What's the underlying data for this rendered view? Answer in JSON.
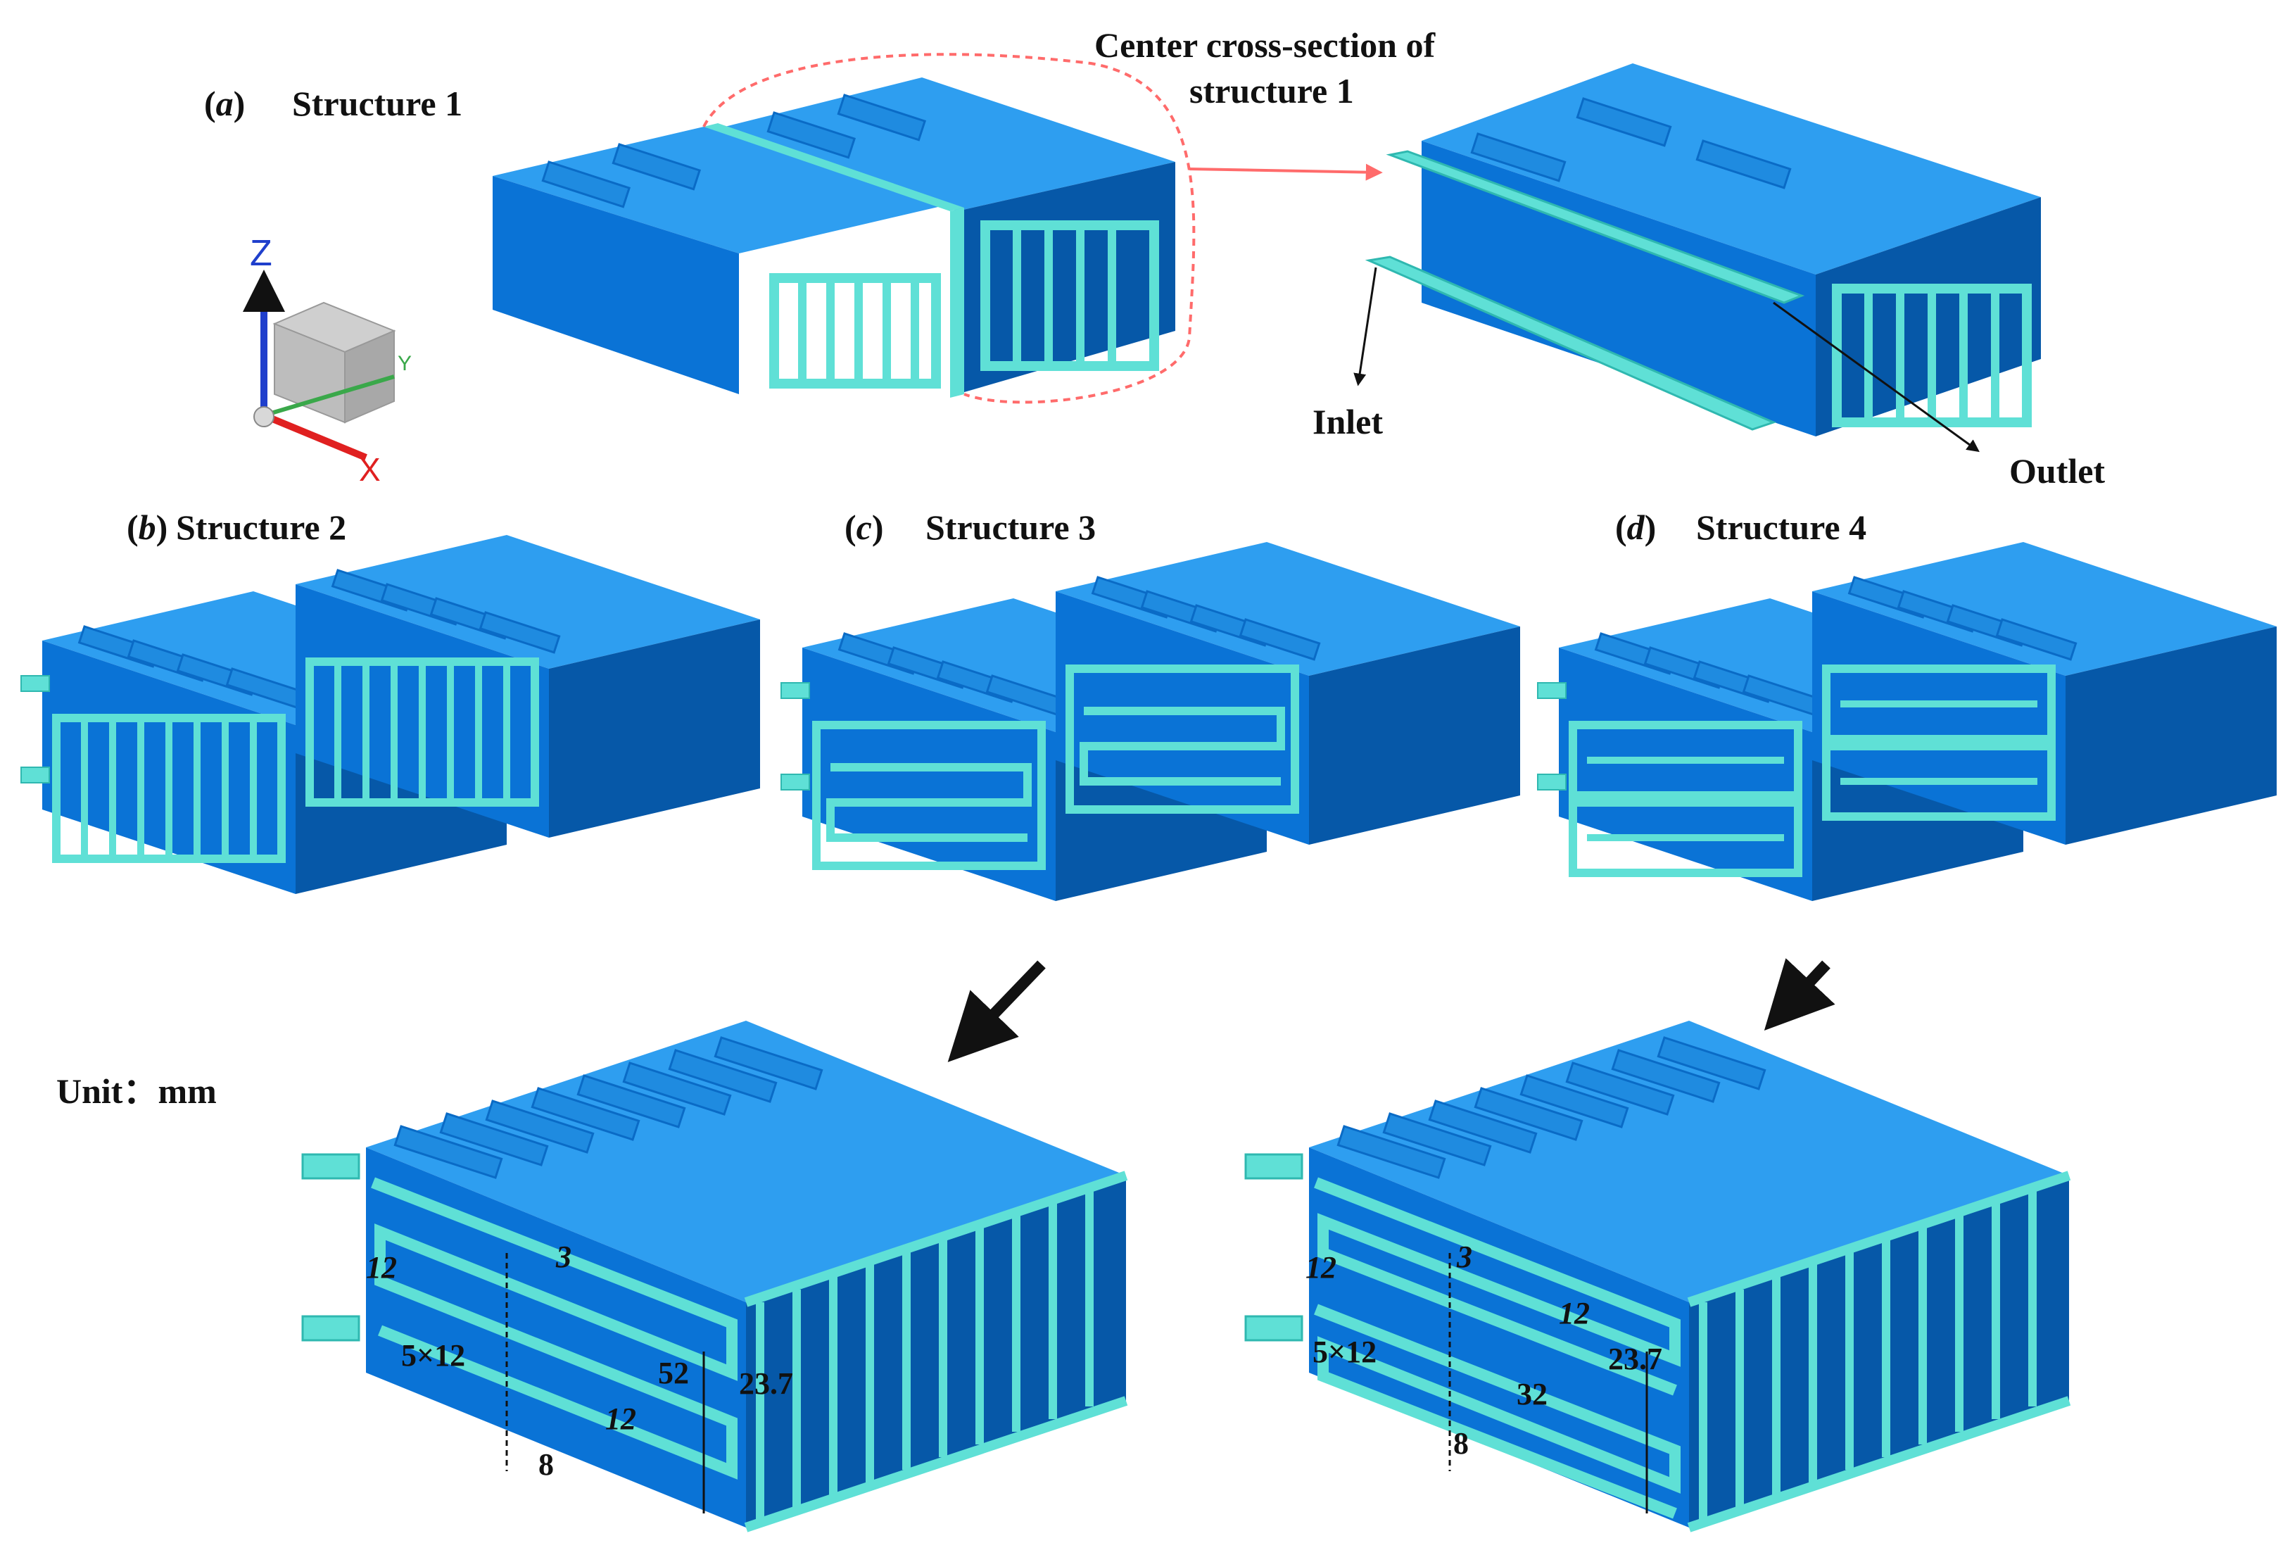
{
  "figure": {
    "panel_a": {
      "letter": "a",
      "title": "Structure 1"
    },
    "cross_section": {
      "line1": "Center cross-section of",
      "line2": "structure 1"
    },
    "inlet": "Inlet",
    "outlet": "Outlet",
    "axes": {
      "z": "Z",
      "x": "X",
      "y": "Y"
    },
    "panel_b": {
      "letter": "b",
      "title": "Structure 2"
    },
    "panel_c": {
      "letter": "c",
      "title": "Structure 3"
    },
    "panel_d": {
      "letter": "d",
      "title": "Structure 4"
    },
    "unit": "Unit：mm",
    "detail_c": {
      "d1": "12",
      "d2": "3",
      "d3": "5×12",
      "d4": "52",
      "d5": "12",
      "d6": "23.7",
      "d7": "8"
    },
    "detail_d": {
      "d1": "12",
      "d2": "3",
      "d3": "12",
      "d4": "5×12",
      "d5": "23.7",
      "d6": "32",
      "d7": "8"
    }
  },
  "colors": {
    "cell_top": "#2e9ef0",
    "cell_front": "#0a73d6",
    "cell_side": "#0658a8",
    "channel": "#5fe0d6",
    "channel_dark": "#2fb8b0",
    "arrow": "#111111",
    "leader": "#ff6b6b"
  }
}
